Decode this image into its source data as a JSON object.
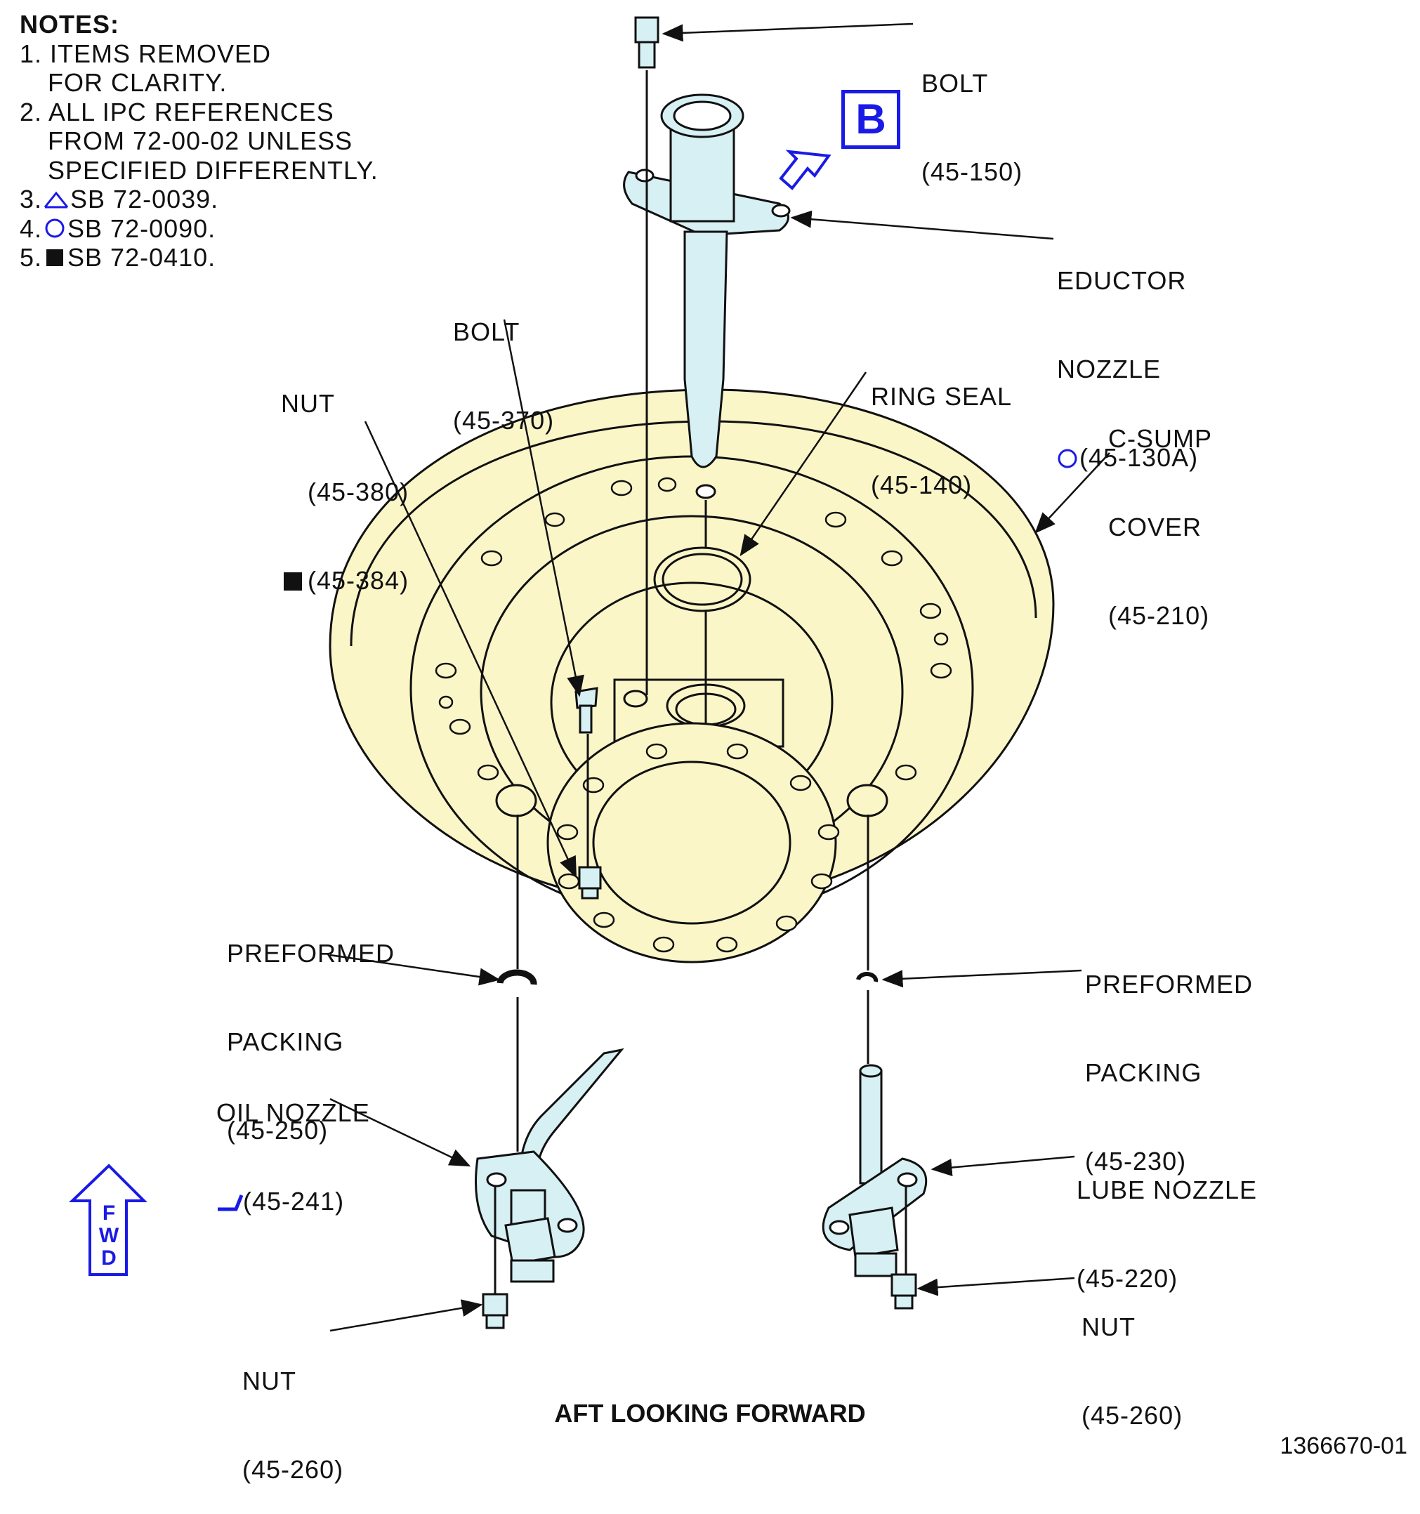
{
  "notes": {
    "title": "NOTES:",
    "items": [
      "1. ITEMS REMOVED",
      "FOR CLARITY.",
      "2. ALL IPC REFERENCES",
      "FROM 72-00-02 UNLESS",
      "SPECIFIED DIFFERENTLY.",
      "3.",
      "SB 72-0039.",
      "4.",
      "SB 72-0090.",
      "5.",
      "SB 72-0410."
    ]
  },
  "callouts": {
    "bolt_top": {
      "name": "BOLT",
      "ref": "(45-150)"
    },
    "eductor": {
      "line1": "EDUCTOR",
      "line2": "NOZZLE",
      "ref": "(45-130A)"
    },
    "bolt_370": {
      "name": "BOLT",
      "ref": "(45-370)"
    },
    "nut_380": {
      "name": "NUT",
      "ref1": "(45-380)",
      "ref2": "(45-384)"
    },
    "ring_seal": {
      "name": "RING SEAL",
      "ref": "(45-140)"
    },
    "csump": {
      "line1": "C-SUMP",
      "line2": "COVER",
      "ref": "(45-210)"
    },
    "packing_250": {
      "line1": "PREFORMED",
      "line2": "PACKING",
      "ref": "(45-250)"
    },
    "packing_230": {
      "line1": "PREFORMED",
      "line2": "PACKING",
      "ref": "(45-230)"
    },
    "oil_nozzle": {
      "name": "OIL NOZZLE",
      "ref": "(45-241)"
    },
    "lube_nozzle": {
      "name": "LUBE NOZZLE",
      "ref": "(45-220)"
    },
    "nut_left": {
      "name": "NUT",
      "ref": "(45-260)"
    },
    "nut_right": {
      "name": "NUT",
      "ref": "(45-260)"
    }
  },
  "view_label": "B",
  "fwd_label": [
    "F",
    "W",
    "D"
  ],
  "view_title": "AFT LOOKING FORWARD",
  "figure_number": "1366670-01",
  "colors": {
    "cover_fill": "#fbf6c8",
    "part_fill": "#d6f0f3",
    "symbol_blue": "#1a1ae6",
    "ink": "#111111"
  }
}
